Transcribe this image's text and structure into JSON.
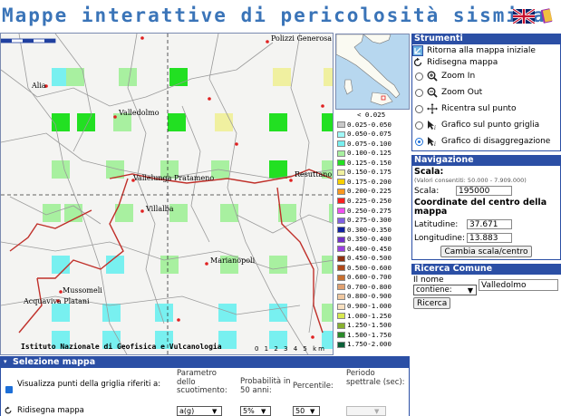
{
  "header": {
    "title": "Mappe interattive di pericolosità sismica",
    "flag_icon": "uk-flag-icon",
    "book_icon": "help-book-icon"
  },
  "map": {
    "places": [
      "Polizzi Generosa",
      "Alia",
      "Valledolmo",
      "Vallelunga Pratameno",
      "Resuttano",
      "Villalba",
      "Marianopoli",
      "Mussomeli",
      "Acquaviva Platani"
    ],
    "attribution": "Istituto Nazionale di Geofisica e Vulcanologia",
    "scale_label": "0 1 2 3 4 5 km"
  },
  "legend": {
    "items": [
      {
        "label": "< 0.025",
        "color": "#ffffff"
      },
      {
        "label": "0.025-0.050",
        "color": "#c8c8c8"
      },
      {
        "label": "0.050-0.075",
        "color": "#a0f8f8"
      },
      {
        "label": "0.075-0.100",
        "color": "#78f0f0"
      },
      {
        "label": "0.100-0.125",
        "color": "#a8f0a0"
      },
      {
        "label": "0.125-0.150",
        "color": "#22e022"
      },
      {
        "label": "0.150-0.175",
        "color": "#f0f0a0"
      },
      {
        "label": "0.175-0.200",
        "color": "#f8d000"
      },
      {
        "label": "0.200-0.225",
        "color": "#f89820"
      },
      {
        "label": "0.225-0.250",
        "color": "#f82020"
      },
      {
        "label": "0.250-0.275",
        "color": "#f050f0"
      },
      {
        "label": "0.275-0.300",
        "color": "#8060e0"
      },
      {
        "label": "0.300-0.350",
        "color": "#1020a0"
      },
      {
        "label": "0.350-0.400",
        "color": "#7030c8"
      },
      {
        "label": "0.400-0.450",
        "color": "#9a40e0"
      },
      {
        "label": "0.450-0.500",
        "color": "#903010"
      },
      {
        "label": "0.500-0.600",
        "color": "#b04818"
      },
      {
        "label": "0.600-0.700",
        "color": "#c87030"
      },
      {
        "label": "0.700-0.800",
        "color": "#e0a070"
      },
      {
        "label": "0.800-0.900",
        "color": "#f0c8a0"
      },
      {
        "label": "0.900-1.000",
        "color": "#f8e0c0"
      },
      {
        "label": "1.000-1.250",
        "color": "#d8e850"
      },
      {
        "label": "1.250-1.500",
        "color": "#88b030"
      },
      {
        "label": "1.500-1.750",
        "color": "#2a8a2a"
      },
      {
        "label": "1.750-2.000",
        "color": "#0a6038"
      }
    ]
  },
  "strumenti": {
    "title": "Strumenti",
    "reset": "Ritorna alla mappa iniziale",
    "redraw": "Ridisegna mappa",
    "zoom_in": "Zoom In",
    "zoom_out": "Zoom Out",
    "recenter": "Ricentra sul punto",
    "grid_chart": "Grafico sul punto griglia",
    "disagg_chart": "Grafico di disaggregazione"
  },
  "navigazione": {
    "title": "Navigazione",
    "scale_heading": "Scala:",
    "scale_note": "(Valori consentiti: 50.000 - 7.909.000)",
    "scale_label": "Scala:",
    "scale_value": "195000",
    "coord_heading": "Coordinate del centro della mappa",
    "lat_label": "Latitudine:",
    "lat_value": "37.671",
    "lon_label": "Longitudine:",
    "lon_value": "13.883",
    "button": "Cambia scala/centro"
  },
  "ricerca": {
    "title": "Ricerca Comune",
    "name_label": "Il nome",
    "mode": "contiene:",
    "query": "Valledolmo",
    "button": "Ricerca"
  },
  "selezione": {
    "title": "Selezione mappa",
    "show_points": "Visualizza punti della griglia riferiti a:",
    "param_label": "Parametro dello scuotimento:",
    "prob_label": "Probabilità in 50 anni:",
    "percentile_label": "Percentile:",
    "period_label": "Periodo spettrale (sec):",
    "redraw": "Ridisegna mappa",
    "param_value": "a(g)",
    "prob_value": "5%",
    "percentile_value": "50"
  }
}
